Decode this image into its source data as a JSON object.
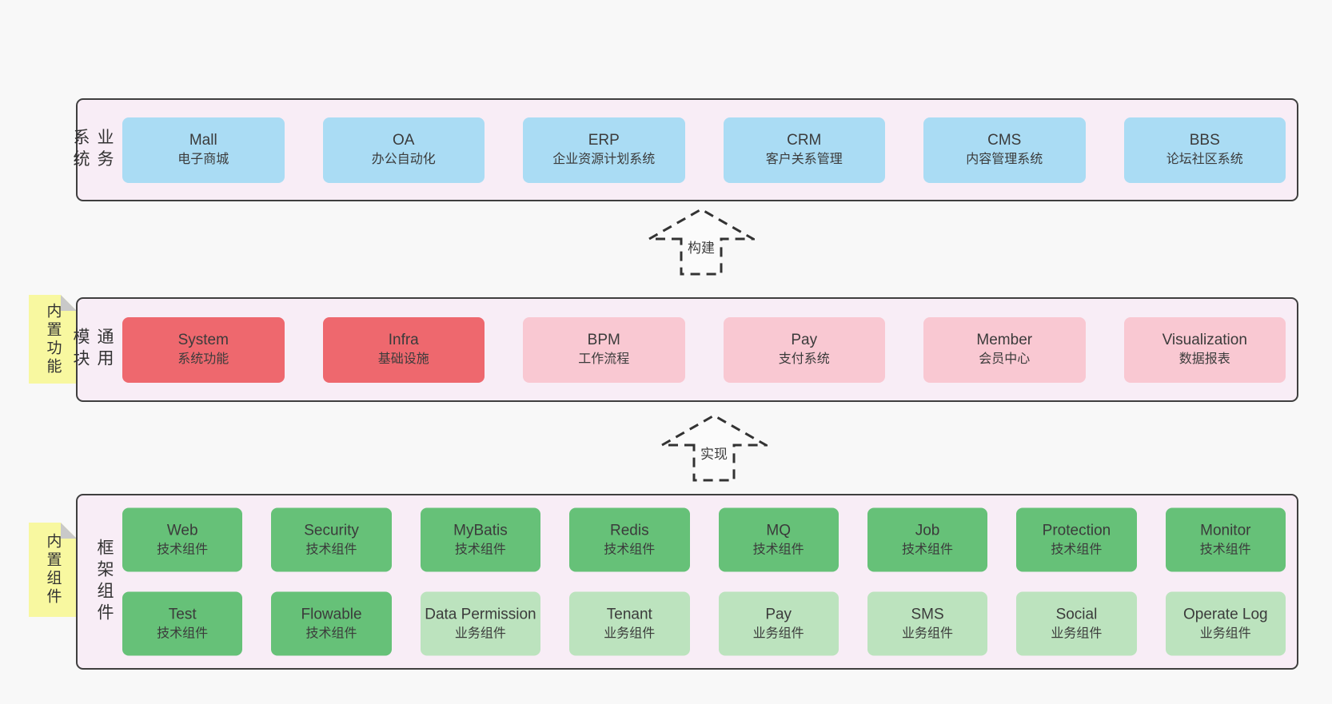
{
  "colors": {
    "page_background": "#f8f8f8",
    "container_background": "#f8edf6",
    "container_border": "#3f3f3f",
    "business_box": "#aadcf4",
    "core_module_box": "#ee686e",
    "optional_module_box": "#f9c8d2",
    "tech_component_box": "#66c178",
    "biz_component_box": "#bce3be",
    "sticky_note": "#f8f8a0",
    "sticky_note_fold": "#c9c9c9",
    "text": "#3b3b3b"
  },
  "sections": [
    {
      "label": "业务系统",
      "boxes": [
        {
          "name": "Mall",
          "desc": "电子商城"
        },
        {
          "name": "OA",
          "desc": "办公自动化"
        },
        {
          "name": "ERP",
          "desc": "企业资源计划系统"
        },
        {
          "name": "CRM",
          "desc": "客户关系管理"
        },
        {
          "name": "CMS",
          "desc": "内容管理系统"
        },
        {
          "name": "BBS",
          "desc": "论坛社区系统"
        }
      ]
    },
    {
      "label": "通用模块",
      "note": "内置功能",
      "boxes": [
        {
          "name": "System",
          "desc": "系统功能"
        },
        {
          "name": "Infra",
          "desc": "基础设施"
        },
        {
          "name": "BPM",
          "desc": "工作流程"
        },
        {
          "name": "Pay",
          "desc": "支付系统"
        },
        {
          "name": "Member",
          "desc": "会员中心"
        },
        {
          "name": "Visualization",
          "desc": "数据报表"
        }
      ]
    },
    {
      "label": "框架组件",
      "note": "内置组件",
      "rows": [
        {
          "boxes": [
            {
              "name": "Web",
              "desc": "技术组件"
            },
            {
              "name": "Security",
              "desc": "技术组件"
            },
            {
              "name": "MyBatis",
              "desc": "技术组件"
            },
            {
              "name": "Redis",
              "desc": "技术组件"
            },
            {
              "name": "MQ",
              "desc": "技术组件"
            },
            {
              "name": "Job",
              "desc": "技术组件"
            },
            {
              "name": "Protection",
              "desc": "技术组件"
            },
            {
              "name": "Monitor",
              "desc": "技术组件"
            }
          ]
        },
        {
          "boxes": [
            {
              "name": "Test",
              "desc": "技术组件"
            },
            {
              "name": "Flowable",
              "desc": "技术组件"
            },
            {
              "name": "Data Permission",
              "desc": "业务组件"
            },
            {
              "name": "Tenant",
              "desc": "业务组件"
            },
            {
              "name": "Pay",
              "desc": "业务组件"
            },
            {
              "name": "SMS",
              "desc": "业务组件"
            },
            {
              "name": "Social",
              "desc": "业务组件"
            },
            {
              "name": "Operate Log",
              "desc": "业务组件"
            }
          ]
        }
      ]
    }
  ],
  "arrows": [
    {
      "label": "构建"
    },
    {
      "label": "实现"
    }
  ]
}
